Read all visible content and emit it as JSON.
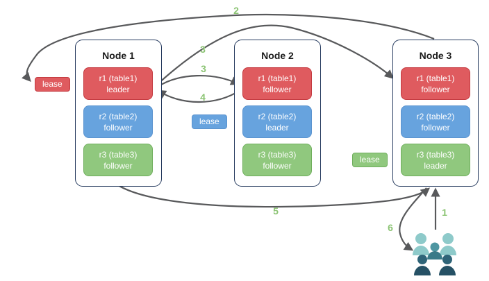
{
  "colors": {
    "background": "#ffffff",
    "red_fill": "#df5b5f",
    "red_border": "#c43a40",
    "blue_fill": "#67a3de",
    "blue_border": "#5a93cf",
    "green_fill": "#90c87e",
    "green_border": "#6fae5c",
    "node_border": "#253a5e",
    "arrow": "#58595b",
    "step_label": "#8cc474",
    "title_text": "#1a1a1a",
    "box_text": "#ffffff",
    "users_light": "#8ecaca",
    "users_mid": "#4e96a1",
    "users_mid_body": "#3a7a88",
    "users_dark_head": "#2f6478",
    "users_dark_body": "#265165"
  },
  "nodes": [
    {
      "title": "Node 1",
      "replicas": [
        {
          "range": "r1 (table1)",
          "role": "leader",
          "color": "red"
        },
        {
          "range": "r2 (table2)",
          "role": "follower",
          "color": "blue"
        },
        {
          "range": "r3 (table3)",
          "role": "follower",
          "color": "green"
        }
      ]
    },
    {
      "title": "Node 2",
      "replicas": [
        {
          "range": "r1 (table1)",
          "role": "follower",
          "color": "red"
        },
        {
          "range": "r2 (table2)",
          "role": "leader",
          "color": "blue"
        },
        {
          "range": "r3 (table3)",
          "role": "follower",
          "color": "green"
        }
      ]
    },
    {
      "title": "Node 3",
      "replicas": [
        {
          "range": "r1 (table1)",
          "role": "follower",
          "color": "red"
        },
        {
          "range": "r2 (table2)",
          "role": "follower",
          "color": "blue"
        },
        {
          "range": "r3 (table3)",
          "role": "leader",
          "color": "green"
        }
      ]
    }
  ],
  "leases": [
    {
      "label": "lease",
      "color": "red"
    },
    {
      "label": "lease",
      "color": "blue"
    },
    {
      "label": "lease",
      "color": "green"
    }
  ],
  "steps": {
    "s1": "1",
    "s2": "2",
    "s3a": "3",
    "s3b": "3",
    "s4": "4",
    "s5": "5",
    "s6": "6"
  },
  "client": {
    "icon": "users-icon"
  }
}
